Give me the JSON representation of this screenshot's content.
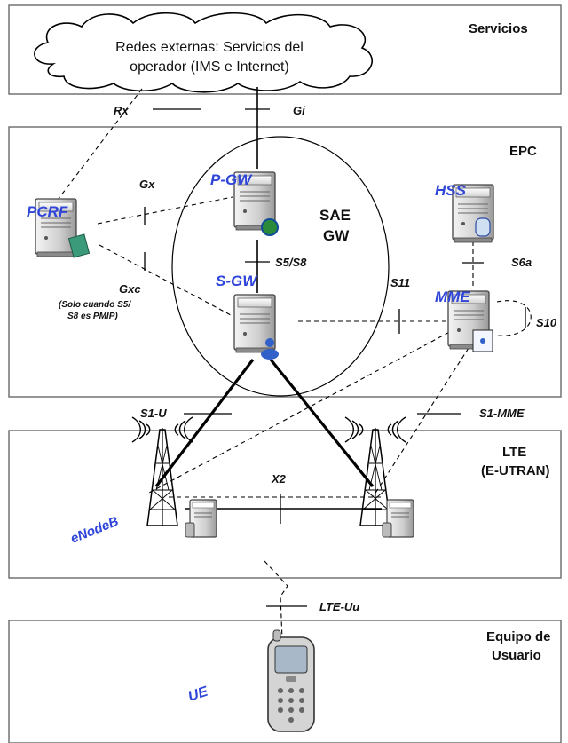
{
  "domains": {
    "servicios": "Servicios",
    "epc": "EPC",
    "lte_line1": "LTE",
    "lte_line2": "(E-UTRAN)",
    "ue_line1": "Equipo de",
    "ue_line2": "Usuario"
  },
  "cloud": {
    "line1": "Redes externas: Servicios del",
    "line2": "operador (IMS e Internet)"
  },
  "nodes": {
    "pcrf": "PCRF",
    "pgw": "P-GW",
    "sgw": "S-GW",
    "hss": "HSS",
    "mme": "MME",
    "enodeb": "eNodeB",
    "ue": "UE",
    "sae_line1": "SAE",
    "sae_line2": "GW"
  },
  "interfaces": {
    "rx": "Rx",
    "gi": "Gi",
    "gx": "Gx",
    "gxc": "Gxc",
    "gxc_note_line1": "(Solo cuando S5/",
    "gxc_note_line2": "S8 es PMIP)",
    "s5s8": "S5/S8",
    "s6a": "S6a",
    "s11": "S11",
    "s10": "S10",
    "s1u": "S1-U",
    "s1mme": "S1-MME",
    "x2": "X2",
    "lteuu": "LTE-Uu"
  },
  "colors": {
    "node_label": "#2f46d8",
    "server_body": "#d8d8d8",
    "box_border": "#6a6a6a"
  },
  "icons": {
    "server": "server-tower-icon",
    "antenna": "radio-antenna-icon",
    "phone": "mobile-phone-icon",
    "cloud": "cloud-icon"
  }
}
